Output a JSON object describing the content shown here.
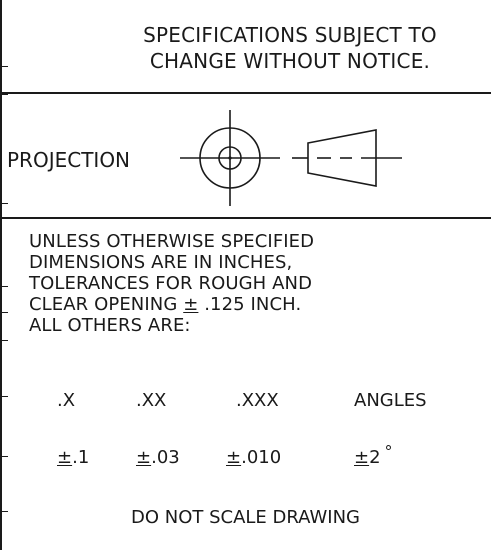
{
  "specifications_block": {
    "line1": "SPECIFICATIONS SUBJECT TO",
    "line2": "CHANGE WITHOUT NOTICE."
  },
  "projection_block": {
    "label": "PROJECTION",
    "symbol_icon": "third-angle-projection-symbol-icon"
  },
  "tolerance_notes": {
    "lines": [
      "UNLESS OTHERWISE SPECIFIED",
      "DIMENSIONS ARE IN INCHES,",
      "TOLERANCES FOR ROUGH AND"
    ],
    "clear_opening_prefix": "CLEAR OPENING ",
    "clear_opening_pm": "±",
    "clear_opening_suffix": " .125 INCH.",
    "others": "ALL OTHERS ARE:"
  },
  "tolerance_table": {
    "headers": [
      ".X",
      ".XX",
      ".XXX",
      "ANGLES"
    ],
    "pm_symbol": "±",
    "values": [
      ".1",
      ".03",
      ".010",
      "2"
    ],
    "degree_symbol": "°"
  },
  "footer": {
    "do_not_scale": "DO NOT SCALE DRAWING"
  }
}
